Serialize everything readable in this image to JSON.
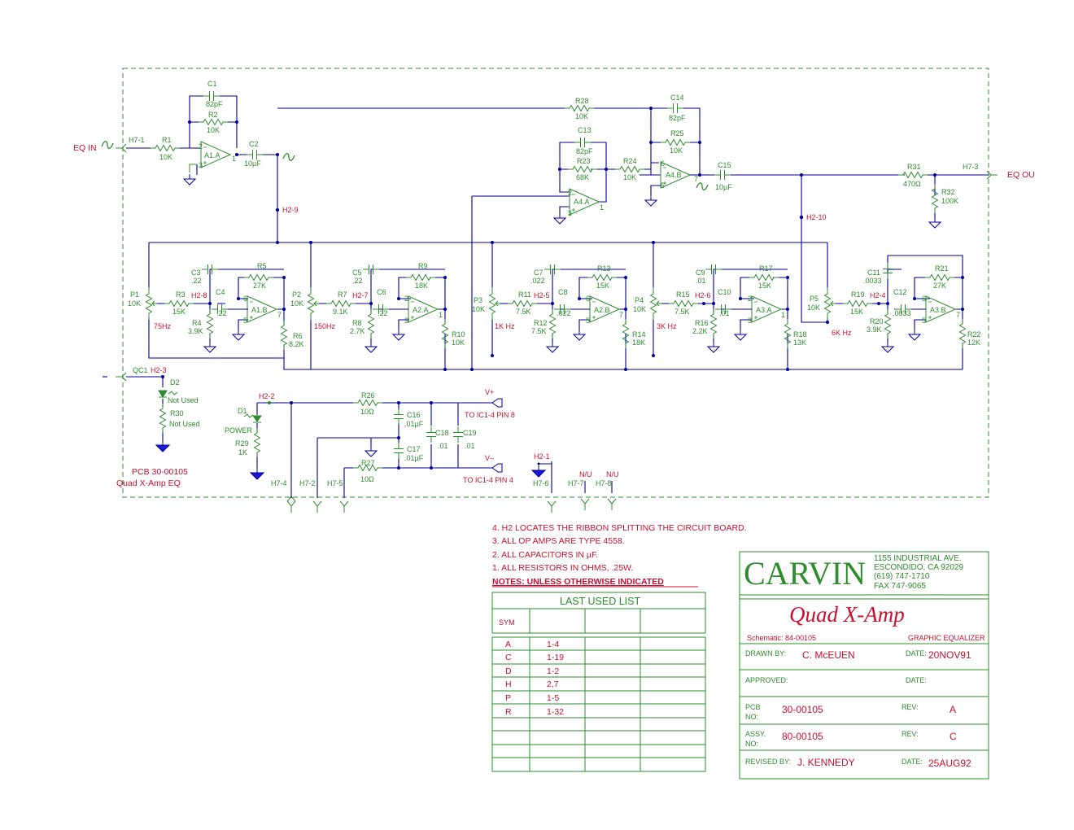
{
  "colors": {
    "wire": "#000099",
    "component": "#2e8b2e",
    "label": "#c8102e"
  },
  "io": {
    "eq_in": "EQ IN",
    "eq_out": "EQ OU",
    "h7_1": "H7-1",
    "h7_3": "H7-3",
    "qc1": "QC1",
    "h2_3": "H2-3",
    "h2_2": "H2-2",
    "h2_9": "H2-9",
    "h2_10": "H2-10",
    "h2_1": "H2-1"
  },
  "components": {
    "c1": "C1",
    "c1v": "82pF",
    "r2": "R2",
    "r2v": "10K",
    "r1": "R1",
    "r1v": "10K",
    "a1a": "A1.A",
    "c2": "C2",
    "c2v": "10µF",
    "r28": "R28",
    "r28v": "10K",
    "c14": "C14",
    "c14v": "82pF",
    "r25": "R25",
    "r25v": "10K",
    "c13": "C13",
    "c13v": "82pF",
    "r23": "R23",
    "r23v": "68K",
    "r24": "R24",
    "r24v": "10K",
    "a4a": "A4.A",
    "a4b": "A4.B",
    "c15": "C15",
    "c15v": "10µF",
    "r31": "R31",
    "r31v": "470Ω",
    "r32": "R32",
    "r32v": "100K",
    "p1": "P1",
    "p1v": "10K",
    "r3": "R3",
    "r3v": "15K",
    "h2_8": "H2-8",
    "c3": "C3",
    "c3v": ".22",
    "c4": "C4",
    "c4v": ".22",
    "r4": "R4",
    "r4v": "3.9K",
    "r5": "R5",
    "r5v": "27K",
    "a1b": "A1.B",
    "r6": "R6",
    "r6v": "8.2K",
    "f1": "75Hz",
    "p2": "P2",
    "p2v": "10K",
    "r7": "R7",
    "r7v": "9.1K",
    "h2_7": "H2-7",
    "c5": "C5",
    "c5v": ".22",
    "c6": "C6",
    "c6v": ".22",
    "r8": "R8",
    "r8v": "2.7K",
    "r9": "R9",
    "r9v": "18K",
    "a2a": "A2.A",
    "r10": "R10",
    "r10v": "10K",
    "f2": "150Hz",
    "p3": "P3",
    "p3v": "10K",
    "r11": "R11",
    "r11v": "7.5K",
    "h2_5": "H2-5",
    "c7": "C7",
    "c7v": ".022",
    "c8": "C8",
    "c8v": ".022",
    "r12": "R12",
    "r12v": "7.5K",
    "r13": "R13",
    "r13v": "15K",
    "a2b": "A2.B",
    "r14": "R14",
    "r14v": "18K",
    "f3": "1K Hz",
    "p4": "P4",
    "p4v": "10K",
    "r15": "R15",
    "r15v": "7.5K",
    "h2_6": "H2-6",
    "c9": "C9",
    "c9v": ".01",
    "c10": "C10",
    "c10v": ".01",
    "r16": "R16",
    "r16v": "2.2K",
    "r17": "R17",
    "r17v": "15K",
    "a3a": "A3.A",
    "r18": "R18",
    "r18v": "13K",
    "f4": "3K Hz",
    "p5": "P5",
    "p5v": "10K",
    "r19": "R19",
    "r19v": "15K",
    "h2_4": "H2-4",
    "c11": "C11",
    "c11v": ".0033",
    "c12": "C12",
    "c12v": ".0033",
    "r20": "R20",
    "r20v": "3.9K",
    "r21": "R21",
    "r21v": "27K",
    "a3b": "A3.B",
    "r22": "R22",
    "r22v": "12K",
    "f5": "6K Hz",
    "d2": "D2",
    "d2v": "Not Used",
    "r30": "R30",
    "r30v": "Not Used",
    "d1": "D1",
    "d1v": "POWER",
    "r29": "R29",
    "r29v": "1K",
    "r26": "R26",
    "r26v": "10Ω",
    "r27": "R27",
    "r27v": "10Ω",
    "c16": "C16",
    "c16v": ".01µF",
    "c17": "C17",
    "c17v": ".01µF",
    "c18": "C18",
    "c18v": ".01",
    "c19": "C19",
    "c19v": ".01",
    "vplus": "V+",
    "vminus": "V–",
    "pin8": "TO IC1-4 PIN 8",
    "pin4": "TO IC1-4 PIN 4",
    "h7_4": "H7-4",
    "h7_2": "H7-2",
    "h7_5": "H7-5",
    "h7_6": "H7-6",
    "h7_7": "H7-7",
    "h7_8": "H7-8",
    "nu": "N/U",
    "pin1": "1",
    "pin2": "2",
    "pin3": "3",
    "pin5": "5",
    "pin6": "6",
    "pin7": "7"
  },
  "pcb": {
    "line1": "PCB 30-00105",
    "line2": "Quad X-Amp EQ"
  },
  "notes": {
    "n4": "4.  H2 LOCATES THE RIBBON SPLITTING THE CIRCUIT BOARD.",
    "n3": "3.  ALL OP AMPS ARE TYPE 4558.",
    "n2": "2.  ALL CAPACITORS IN µF.",
    "n1": "1.  ALL RESISTORS IN OHMS, .25W.",
    "header": "NOTES: UNLESS OTHERWISE INDICATED"
  },
  "last_used": {
    "title": "LAST USED LIST",
    "sym_header": "SYM",
    "rows": [
      {
        "sym": "A",
        "val": "1-4"
      },
      {
        "sym": "C",
        "val": "1-19"
      },
      {
        "sym": "D",
        "val": "1-2"
      },
      {
        "sym": "H",
        "val": "2,7"
      },
      {
        "sym": "P",
        "val": "1-5"
      },
      {
        "sym": "R",
        "val": "1-32"
      }
    ]
  },
  "title_block": {
    "logo": "CARVIN",
    "addr1": "1155 INDUSTRIAL AVE.",
    "addr2": "ESCONDIDO, CA  92029",
    "addr3": "(619) 747-1710",
    "addr4": "FAX 747-9065",
    "title": "Quad X-Amp",
    "schematic": "Schematic: 84-00105",
    "subtitle": "GRAPHIC EQUALIZER",
    "drawn_by_label": "DRAWN BY:",
    "drawn_by": "C. McEUEN",
    "date_label": "DATE:",
    "drawn_date": "20NOV91",
    "approved_label": "APPROVED:",
    "pcb_label1": "PCB",
    "pcb_label2": "NO:",
    "pcb_no": "30-00105",
    "rev_label": "REV:",
    "pcb_rev": "A",
    "assy_label1": "ASSY.",
    "assy_label2": "NO:",
    "assy_no": "80-00105",
    "assy_rev": "C",
    "revised_label": "REVISED BY:",
    "revised_by": "J. KENNEDY",
    "revised_date": "25AUG92"
  }
}
